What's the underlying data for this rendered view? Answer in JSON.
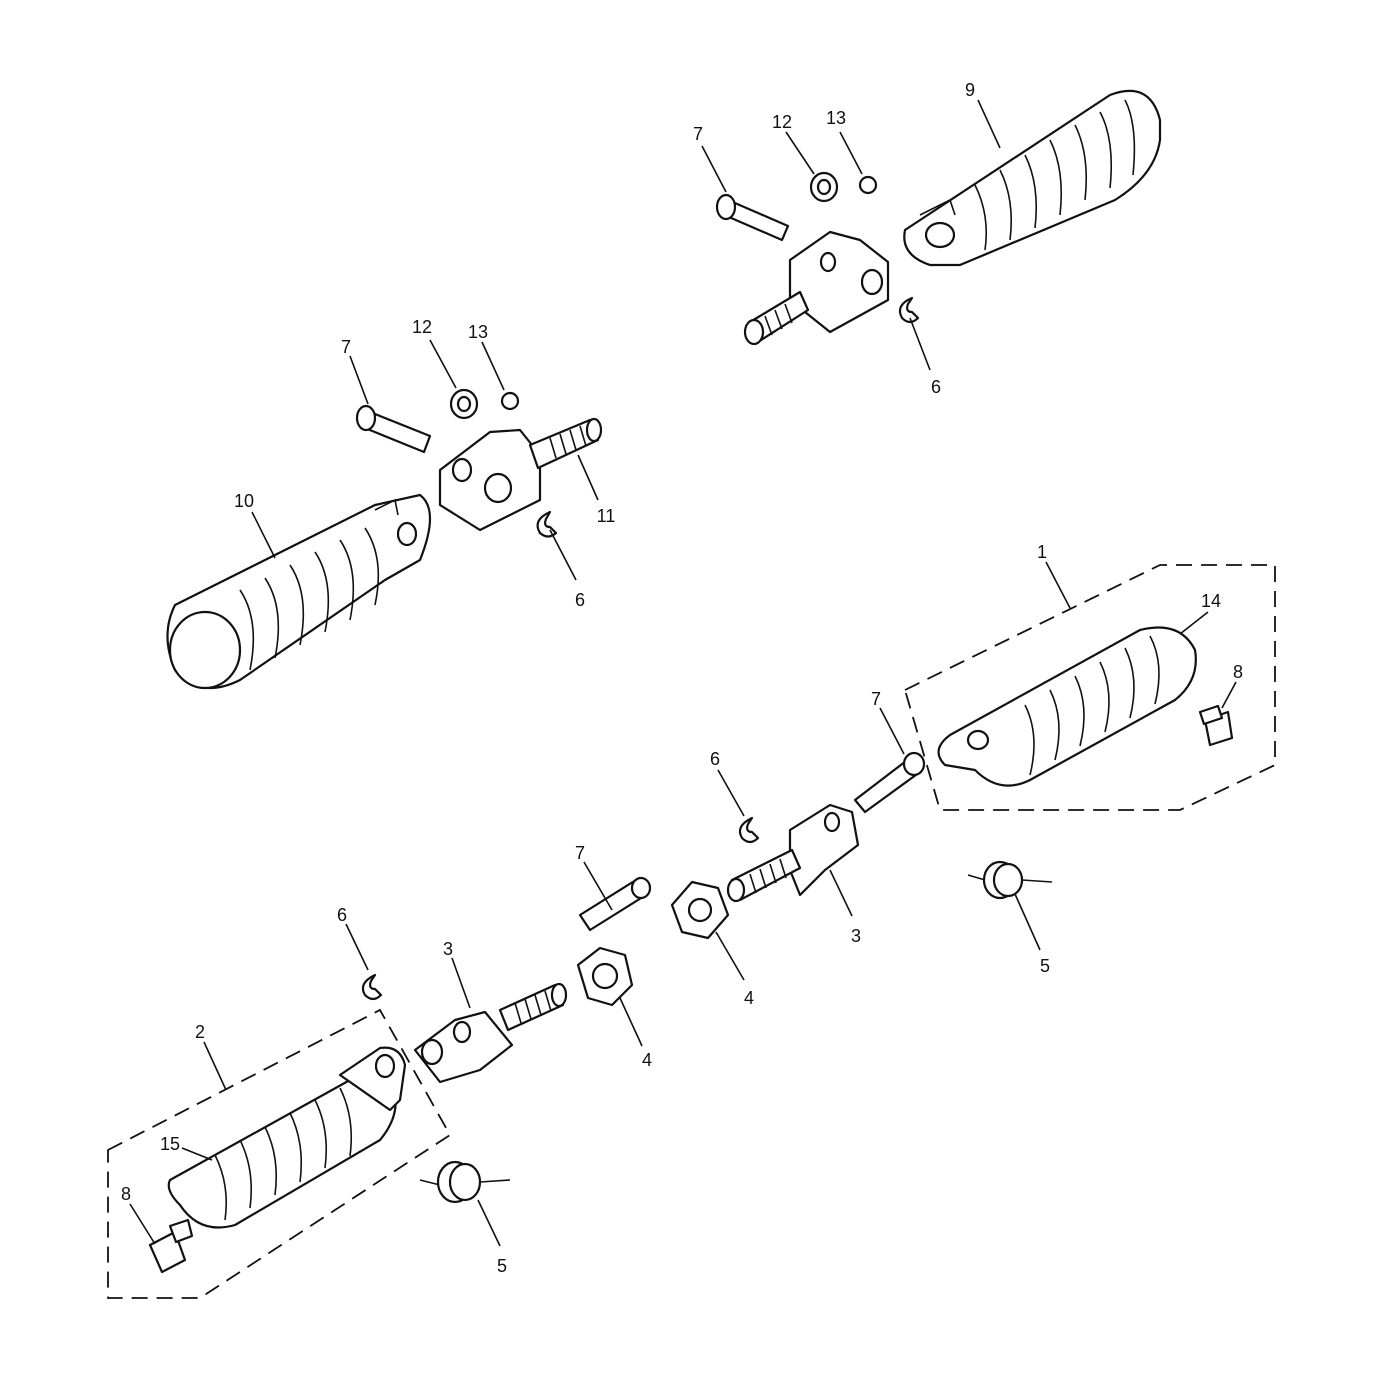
{
  "callouts": [
    {
      "id": "c-9",
      "text": "9"
    },
    {
      "id": "c-7a",
      "text": "7"
    },
    {
      "id": "c-12a",
      "text": "12"
    },
    {
      "id": "c-13a",
      "text": "13"
    },
    {
      "id": "c-6a",
      "text": "6"
    },
    {
      "id": "c-7b",
      "text": "7"
    },
    {
      "id": "c-12b",
      "text": "12"
    },
    {
      "id": "c-13b",
      "text": "13"
    },
    {
      "id": "c-10",
      "text": "10"
    },
    {
      "id": "c-11",
      "text": "11"
    },
    {
      "id": "c-6b",
      "text": "6"
    },
    {
      "id": "c-1",
      "text": "1"
    },
    {
      "id": "c-14",
      "text": "14"
    },
    {
      "id": "c-8a",
      "text": "8"
    },
    {
      "id": "c-7c",
      "text": "7"
    },
    {
      "id": "c-6c",
      "text": "6"
    },
    {
      "id": "c-3a",
      "text": "3"
    },
    {
      "id": "c-5a",
      "text": "5"
    },
    {
      "id": "c-7d",
      "text": "7"
    },
    {
      "id": "c-4a",
      "text": "4"
    },
    {
      "id": "c-4b",
      "text": "4"
    },
    {
      "id": "c-6d",
      "text": "6"
    },
    {
      "id": "c-3b",
      "text": "3"
    },
    {
      "id": "c-2",
      "text": "2"
    },
    {
      "id": "c-15",
      "text": "15"
    },
    {
      "id": "c-8b",
      "text": "8"
    },
    {
      "id": "c-5b",
      "text": "5"
    }
  ]
}
